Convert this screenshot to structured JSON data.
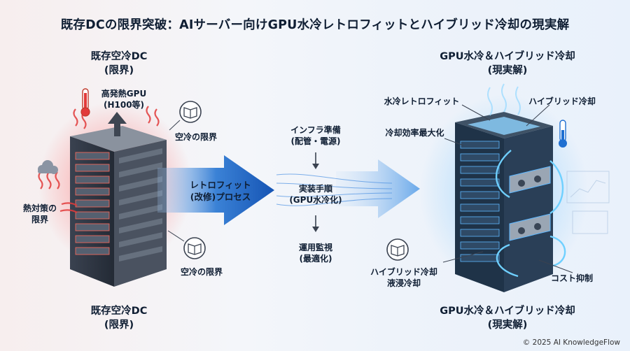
{
  "title": "既存DCの限界突破：AIサーバー向けGPU水冷レトロフィットとハイブリッド冷却の現実解",
  "left": {
    "top_label": [
      "既存空冷DC",
      "(限界)"
    ],
    "bottom_label": [
      "既存空冷DC",
      "(限界)"
    ],
    "heat_gpu": [
      "高発熱GPU",
      "(H100等)"
    ],
    "aircool_top": "空冷の限界",
    "aircool_bottom": "空冷の限界",
    "thermal": [
      "熱対策の",
      "限界"
    ]
  },
  "middle": {
    "arrow_label": [
      "レトロフィット",
      "(改修)プロセス"
    ],
    "steps": [
      [
        "インフラ準備",
        "(配管・電源)"
      ],
      [
        "実装手順",
        "(GPU水冷化)"
      ],
      [
        "運用監視",
        "(最適化)"
      ]
    ]
  },
  "right": {
    "top_label": [
      "GPU水冷＆ハイブリッド冷却",
      "(現実解)"
    ],
    "bottom_label": [
      "GPU水冷＆ハイブリッド冷却",
      "(現実解)"
    ],
    "callouts": {
      "water_retrofit": "水冷レトロフィット",
      "hybrid": "ハイブリッド冷却",
      "efficiency": "冷却効率最大化",
      "immersion": [
        "ハイブリッド冷却",
        "液浸冷却"
      ],
      "cost": "コスト抑制"
    }
  },
  "credit": "© 2025 AI KnowledgeFlow",
  "colors": {
    "accent_blue": "#1f6fd1",
    "heat_red": "#e23b3b",
    "rack_dark": "#2b3340"
  }
}
